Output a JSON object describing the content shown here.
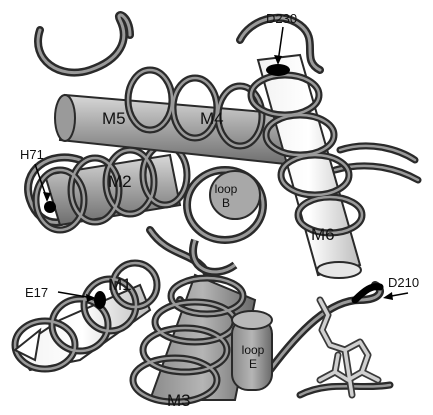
{
  "labels": {
    "helices": {
      "m1": "M1",
      "m2": "M2",
      "m3": "M3",
      "m4": "M4",
      "m5": "M5",
      "m6": "M6"
    },
    "loops": {
      "loop_b_line1": "loop",
      "loop_b_line2": "B",
      "loop_e_line1": "loop",
      "loop_e_line2": "E"
    },
    "residues": {
      "h71": "H71",
      "e17": "E17",
      "d230": "D230",
      "d210": "D210"
    }
  },
  "colors": {
    "tube": "#2a2a2a",
    "tube_inner": "#9a9a9a",
    "cylinder": "#a8a8a8",
    "cylinder_dark": "#7a7a7a",
    "cylinder_light": "#e8e8e8",
    "residue_marker": "#000000",
    "ligand": "#bdbdbd"
  }
}
